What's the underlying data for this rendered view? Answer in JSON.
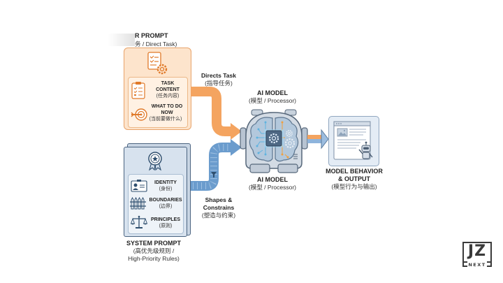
{
  "user_prompt": {
    "title": "R PROMPT",
    "subtitle": "务 / Direct Task)",
    "items": [
      {
        "label": "TASK\nCONTENT",
        "sub": "(任务内容)",
        "icon": "clipboard-checklist-icon"
      },
      {
        "label": "WHAT TO DO\nNOW",
        "sub": "(当前要做什么)",
        "icon": "target-arrow-icon"
      }
    ],
    "header_icon": "document-gear-icon"
  },
  "system_prompt": {
    "title": "SYSTEM PROMPT",
    "subtitle_line1": "(高优先级规则 /",
    "subtitle_line2": "High-Priority Rules)",
    "header_icon": "award-badge-icon",
    "items": [
      {
        "label": "IDENTITY",
        "sub": "(身份)",
        "icon": "id-card-icon"
      },
      {
        "label": "BOUNDARIES",
        "sub": "(边界)",
        "icon": "fence-icon"
      },
      {
        "label": "PRINCIPLES",
        "sub": "(原则)",
        "icon": "scales-icon"
      }
    ]
  },
  "arrows": {
    "directs_task": {
      "label": "Directs Task",
      "sub": "(指导任务)"
    },
    "shapes": {
      "label_line1": "Shapes &",
      "label_line2": "Constrains",
      "sub": "(塑造与约束)"
    }
  },
  "ai_model": {
    "title_top": "AI MODEL",
    "sub_top": "(模型 / Processor)",
    "title_bottom": "AI MODEL",
    "sub_bottom": "(模型 / Processor)",
    "icon": "brain-processor-icon"
  },
  "output": {
    "title_line1": "MODEL BEHAVIOR",
    "title_line2": "& OUTPUT",
    "sub": "(模型行为与输出)",
    "icon": "browser-robot-icon"
  },
  "logo": {
    "letters": "JZ",
    "text": "NEXT"
  },
  "colors": {
    "orange": "#f4a460",
    "orange_fill": "#fde4cc",
    "orange_border": "#e8a36a",
    "blue": "#6b9ccd",
    "blue_fill": "#dbe6f2",
    "blue_border": "#5a7a9c",
    "gray": "#4b5563"
  }
}
